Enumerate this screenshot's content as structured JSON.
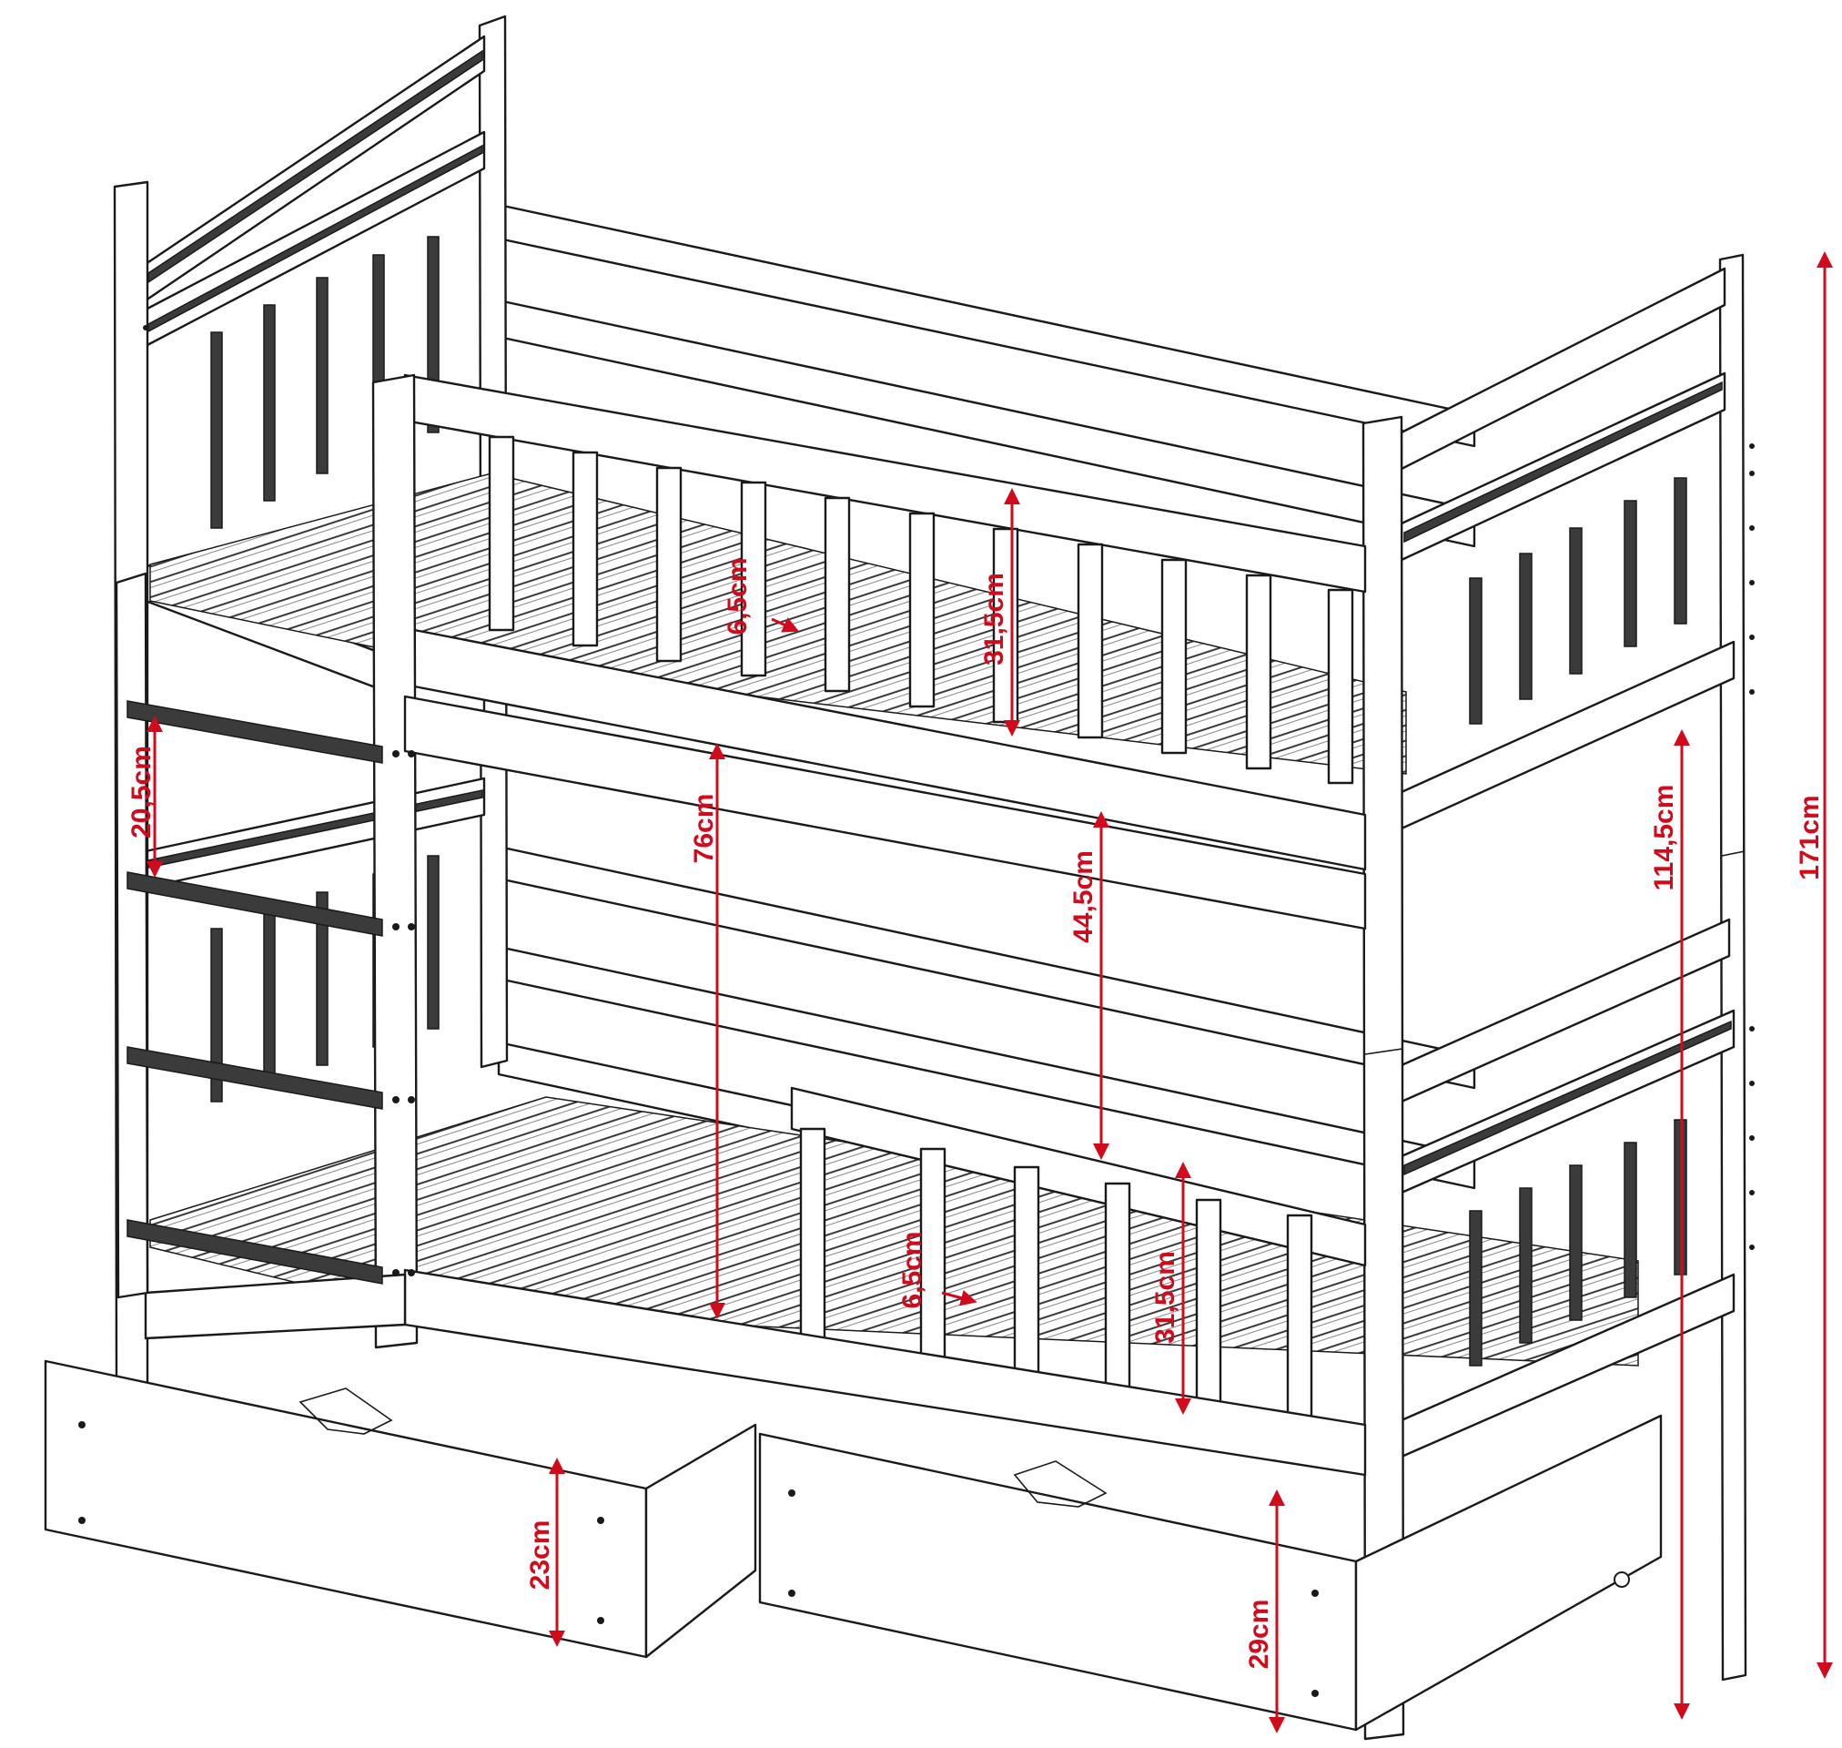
{
  "dimensions": {
    "guard_upper_gap": "6,5cm",
    "guard_upper_height": "31,5cm",
    "ladder_rung_spacing": "20,5cm",
    "bed_clearance": "76cm",
    "upper_to_lower_rail": "44,5cm",
    "upper_mattress_height": "114,5cm",
    "total_height": "171cm",
    "guard_lower_gap": "6,5cm",
    "guard_lower_height": "31,5cm",
    "drawer_front_height": "23cm",
    "drawer_side_height": "29cm"
  },
  "colors": {
    "line": "#1a1a1a",
    "dimension": "#d10b1c"
  }
}
